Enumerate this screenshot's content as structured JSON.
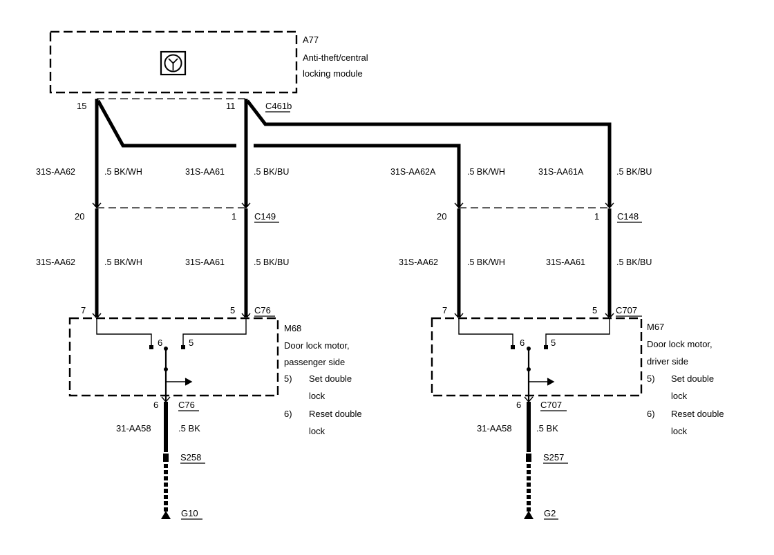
{
  "module": {
    "id": "A77",
    "name_line1": "Anti-theft/central",
    "name_line2": "locking module",
    "pin_left": "15",
    "pin_right": "11",
    "connector": "C461b"
  },
  "wires_upper": {
    "left_a_code": "31S-AA62",
    "left_a_spec": ".5 BK/WH",
    "left_b_code": "31S-AA61",
    "left_b_spec": ".5 BK/BU",
    "right_a_code": "31S-AA62A",
    "right_a_spec": ".5 BK/WH",
    "right_b_code": "31S-AA61A",
    "right_b_spec": ".5 BK/BU"
  },
  "left_inline": {
    "pin_a": "20",
    "pin_b": "1",
    "connector": "C149"
  },
  "right_inline": {
    "pin_a": "20",
    "pin_b": "1",
    "connector": "C148"
  },
  "wires_lower": {
    "left_a_code": "31S-AA62",
    "left_a_spec": ".5 BK/WH",
    "left_b_code": "31S-AA61",
    "left_b_spec": ".5 BK/BU",
    "right_a_code": "31S-AA62",
    "right_a_spec": ".5 BK/WH",
    "right_b_code": "31S-AA61",
    "right_b_spec": ".5 BK/BU"
  },
  "motor_passenger": {
    "id": "M68",
    "name_line1": "Door lock motor,",
    "name_line2": "passenger side",
    "pin_top_a": "7",
    "pin_top_b": "5",
    "connector_top": "C76",
    "inner_pin_a": "6",
    "inner_pin_b": "5",
    "pin_bottom": "6",
    "connector_bottom": "C76"
  },
  "motor_driver": {
    "id": "M67",
    "name_line1": "Door lock motor,",
    "name_line2": "driver side",
    "pin_top_a": "7",
    "pin_top_b": "5",
    "connector_top": "C707",
    "inner_pin_a": "6",
    "inner_pin_b": "5",
    "pin_bottom": "6",
    "connector_bottom": "C707"
  },
  "legend_passenger": {
    "n1": "5)",
    "t1a": "Set double",
    "t1b": "lock",
    "n2": "6)",
    "t2a": "Reset double",
    "t2b": "lock"
  },
  "legend_driver": {
    "n1": "5)",
    "t1a": "Set double",
    "t1b": "lock",
    "n2": "6)",
    "t2a": "Reset double",
    "t2b": "lock"
  },
  "ground_passenger": {
    "code": "31-AA58",
    "spec": ".5 BK",
    "splice": "S258",
    "ground": "G10"
  },
  "ground_driver": {
    "code": "31-AA58",
    "spec": ".5 BK",
    "splice": "S257",
    "ground": "G2"
  },
  "icons": {
    "module_symbol": "module-symbol-icon"
  }
}
